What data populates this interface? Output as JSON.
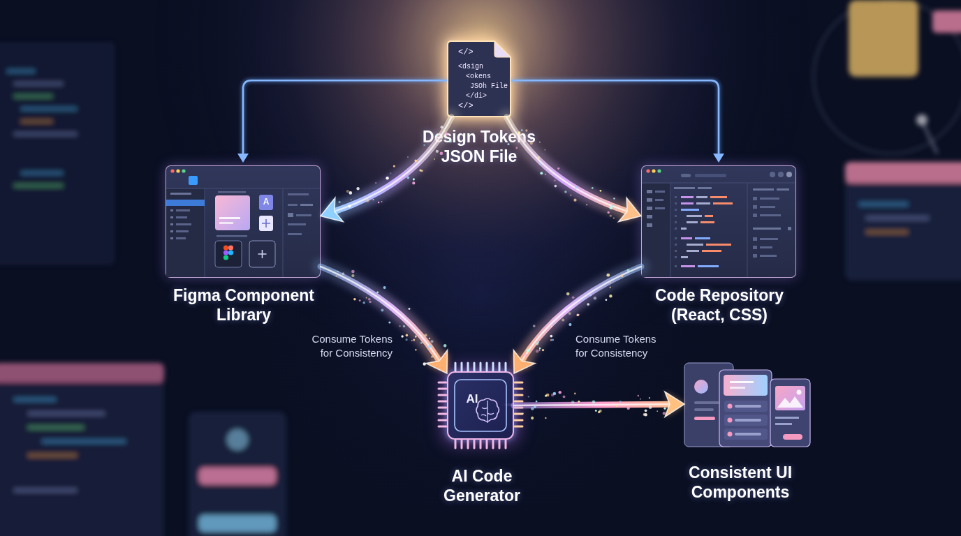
{
  "diagram": {
    "nodes": [
      {
        "text": [
          "Design Tokens JSON File"
        ]
      },
      {
        "text": [
          "Figma Component Library"
        ]
      },
      {
        "text": [
          "Code Repository (React, CSS)"
        ]
      },
      {
        "text": [
          "AI",
          "AI Code Generator"
        ]
      },
      {
        "text": [
          "Consistent UI Components"
        ]
      }
    ],
    "edges": [
      {
        "from": 0,
        "to": 1,
        "arrow": "to"
      },
      {
        "from": 0,
        "to": 2,
        "arrow": "to"
      },
      {
        "from": 0,
        "to": 1,
        "arrow": "to"
      },
      {
        "from": 0,
        "to": 2,
        "arrow": "to"
      },
      {
        "from": 1,
        "to": 3,
        "label": "Consume Tokens for Consistency",
        "arrow": "to"
      },
      {
        "from": 2,
        "to": 3,
        "label": "Consume Tokens for Consistency",
        "arrow": "to"
      },
      {
        "from": 3,
        "to": 4,
        "arrow": "to"
      }
    ],
    "labels": [
      "</>",
      "<dsign",
      "<okens",
      "JSOh File",
      "</di>",
      "</>",
      "A"
    ]
  }
}
